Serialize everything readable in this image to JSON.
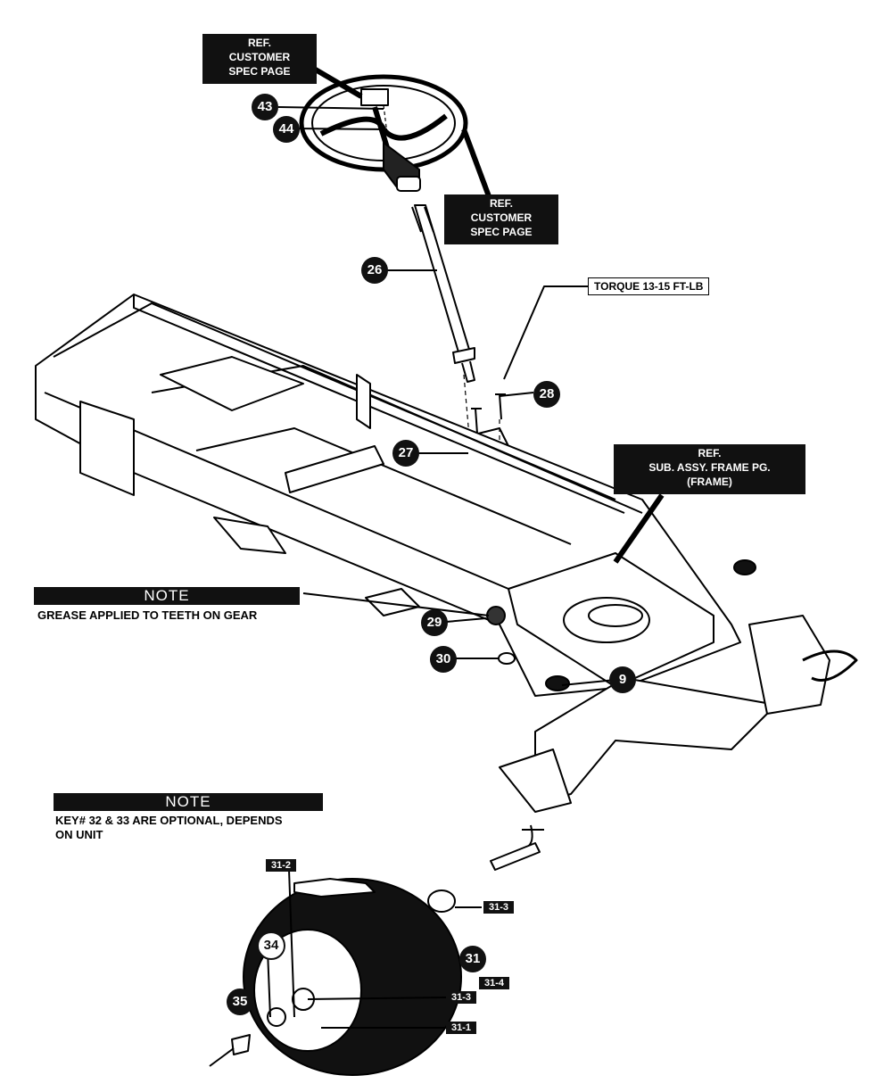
{
  "ref_boxes": {
    "steering_top": "REF.\nCUSTOMER\nSPEC PAGE",
    "steering_right": "REF.\nCUSTOMER\nSPEC PAGE",
    "frame": "REF.\nSUB. ASSY. FRAME PG.\n(FRAME)"
  },
  "torque_label": "TORQUE 13-15 FT-LB",
  "note_gear": {
    "heading": "NOTE",
    "text": "GREASE APPLIED TO TEETH ON GEAR"
  },
  "note_optional": {
    "heading": "NOTE",
    "text": "KEY# 32 & 33 ARE OPTIONAL, DEPENDS\nON UNIT"
  },
  "callouts": {
    "c43": "43",
    "c44": "44",
    "c26": "26",
    "c28": "28",
    "c27": "27",
    "c29": "29",
    "c30": "30",
    "c9": "9",
    "c31": "31",
    "c34": "34",
    "c35": "35"
  },
  "tags": {
    "t31_2": "31-2",
    "t31_3a": "31-3",
    "t31_4": "31-4",
    "t31_3b": "31-3",
    "t31_1": "31-1"
  }
}
